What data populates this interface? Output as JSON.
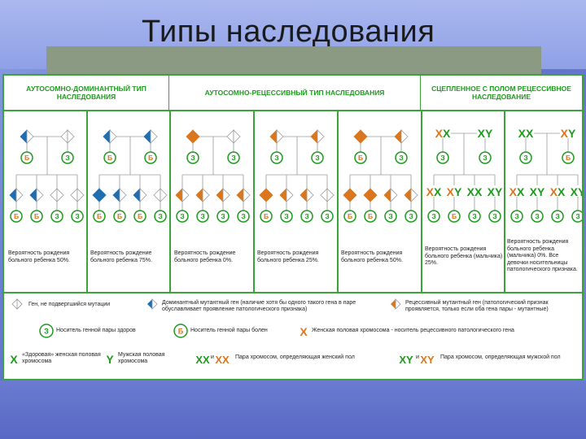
{
  "title": "Типы наследования",
  "headers": [
    "АУТОСОМНО-ДОМИНАНТНЫЙ ТИП НАСЛЕДОВАНИЯ",
    "АУТОСОМНО-РЕЦЕССИВНЫЙ ТИП НАСЛЕДОВАНИЯ",
    "СЦЕПЛЕННОЕ С ПОЛОМ РЕЦЕССИВНОЕ НАСЛЕДОВАНИЕ"
  ],
  "symbols": {
    "sick": "Б",
    "healthy": "З",
    "xx": "XX",
    "xy": "XY"
  },
  "probabilities": [
    "Вероятность рождения больного ребенка 50%.",
    "Вероятность рождение больного ребенка 75%.",
    "Вероятность рождение больного ребенка 0%.",
    "Вероятность рождения больного ребенка 25%.",
    "Вероятность рождения больного ребенка 50%.",
    "Вероятность рождения больного ребенка (мальчика) 25%.",
    "Вероятность рождения больного ребенка (мальчика) 0%. Все девочки носительницы патологического признака."
  ],
  "legend": {
    "normal_gene": "Ген, не подвергшийся мутации",
    "dominant_gene": "Доминантный мутантный ген (наличие хотя бы одного такого гена в паре обуславливает проявление патологического признака)",
    "recessive_gene": "Рецессивный мутантный ген (патологический признак проявляется, только если оба гена пары - мутантные)",
    "healthy_carrier": "Носитель генной пары здоров",
    "sick_carrier": "Носитель генной пары болен",
    "x_carrier": "Женская половая хромосома - носитель рецессивного патологического гена",
    "x_healthy": "«Здоровая» женская половая хромосома",
    "y_chrom": "Мужская половая хромосома",
    "and": "и",
    "female_pair": "Пара хромосом, определяющая женский пол",
    "male_pair": "Пара хромосом, определяющая мужской пол"
  },
  "colors": {
    "green": "#1e9a1e",
    "blue": "#1f6fb0",
    "orange": "#d9761e",
    "sick_circle": "#d9761e",
    "healthy_circle": "#1e9a1e"
  }
}
